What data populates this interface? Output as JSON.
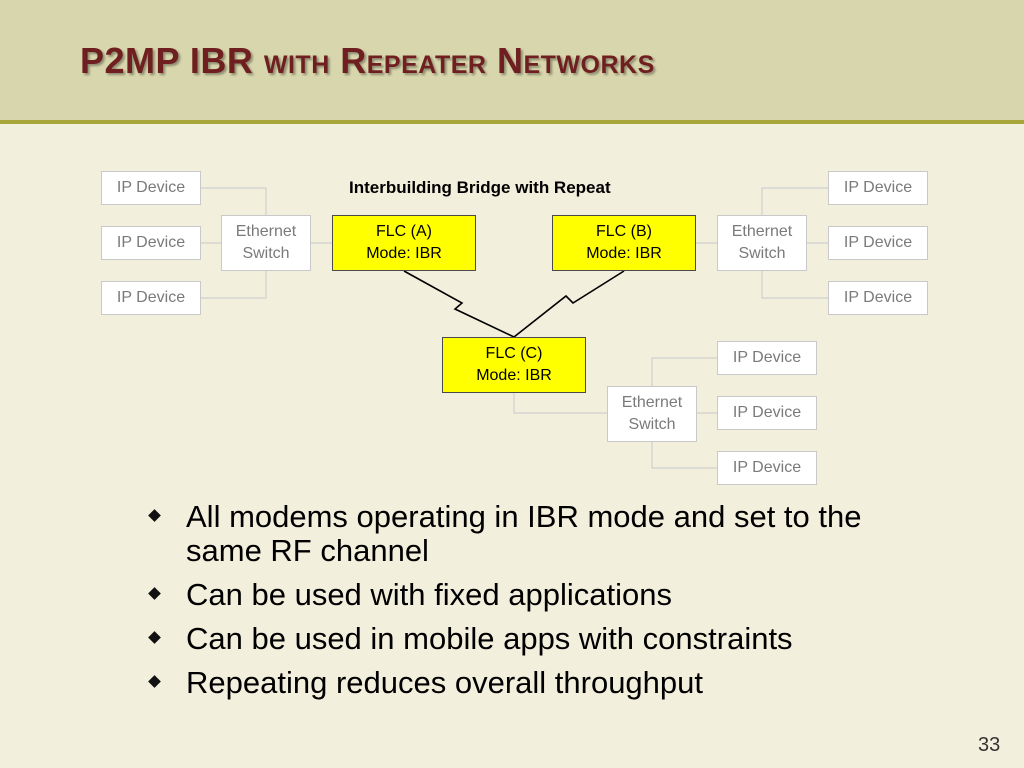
{
  "slide": {
    "title": "P2MP IBR with Repeater Networks",
    "page_number": "33"
  },
  "diagram": {
    "title": "Interbuilding Bridge with Repeat",
    "left_devices": [
      "IP Device",
      "IP Device",
      "IP Device"
    ],
    "left_switch": {
      "line1": "Ethernet",
      "line2": "Switch"
    },
    "flc_a": {
      "line1": "FLC (A)",
      "line2": "Mode: IBR"
    },
    "flc_b": {
      "line1": "FLC (B)",
      "line2": "Mode: IBR"
    },
    "flc_c": {
      "line1": "FLC (C)",
      "line2": "Mode: IBR"
    },
    "right_switch": {
      "line1": "Ethernet",
      "line2": "Switch"
    },
    "right_devices": [
      "IP Device",
      "IP Device",
      "IP Device"
    ],
    "bottom_switch": {
      "line1": "Ethernet",
      "line2": "Switch"
    },
    "bottom_devices": [
      "IP Device",
      "IP Device",
      "IP Device"
    ],
    "colors": {
      "flc_fill": "#ffff00",
      "title_color": "#6f1f1f",
      "header_fill": "#d8d6ac",
      "background": "#f3efdd"
    }
  },
  "bullets": [
    "All modems operating in IBR mode and set to the same RF channel",
    "Can be used with fixed applications",
    "Can be used in mobile apps with constraints",
    "Repeating reduces overall throughput"
  ]
}
